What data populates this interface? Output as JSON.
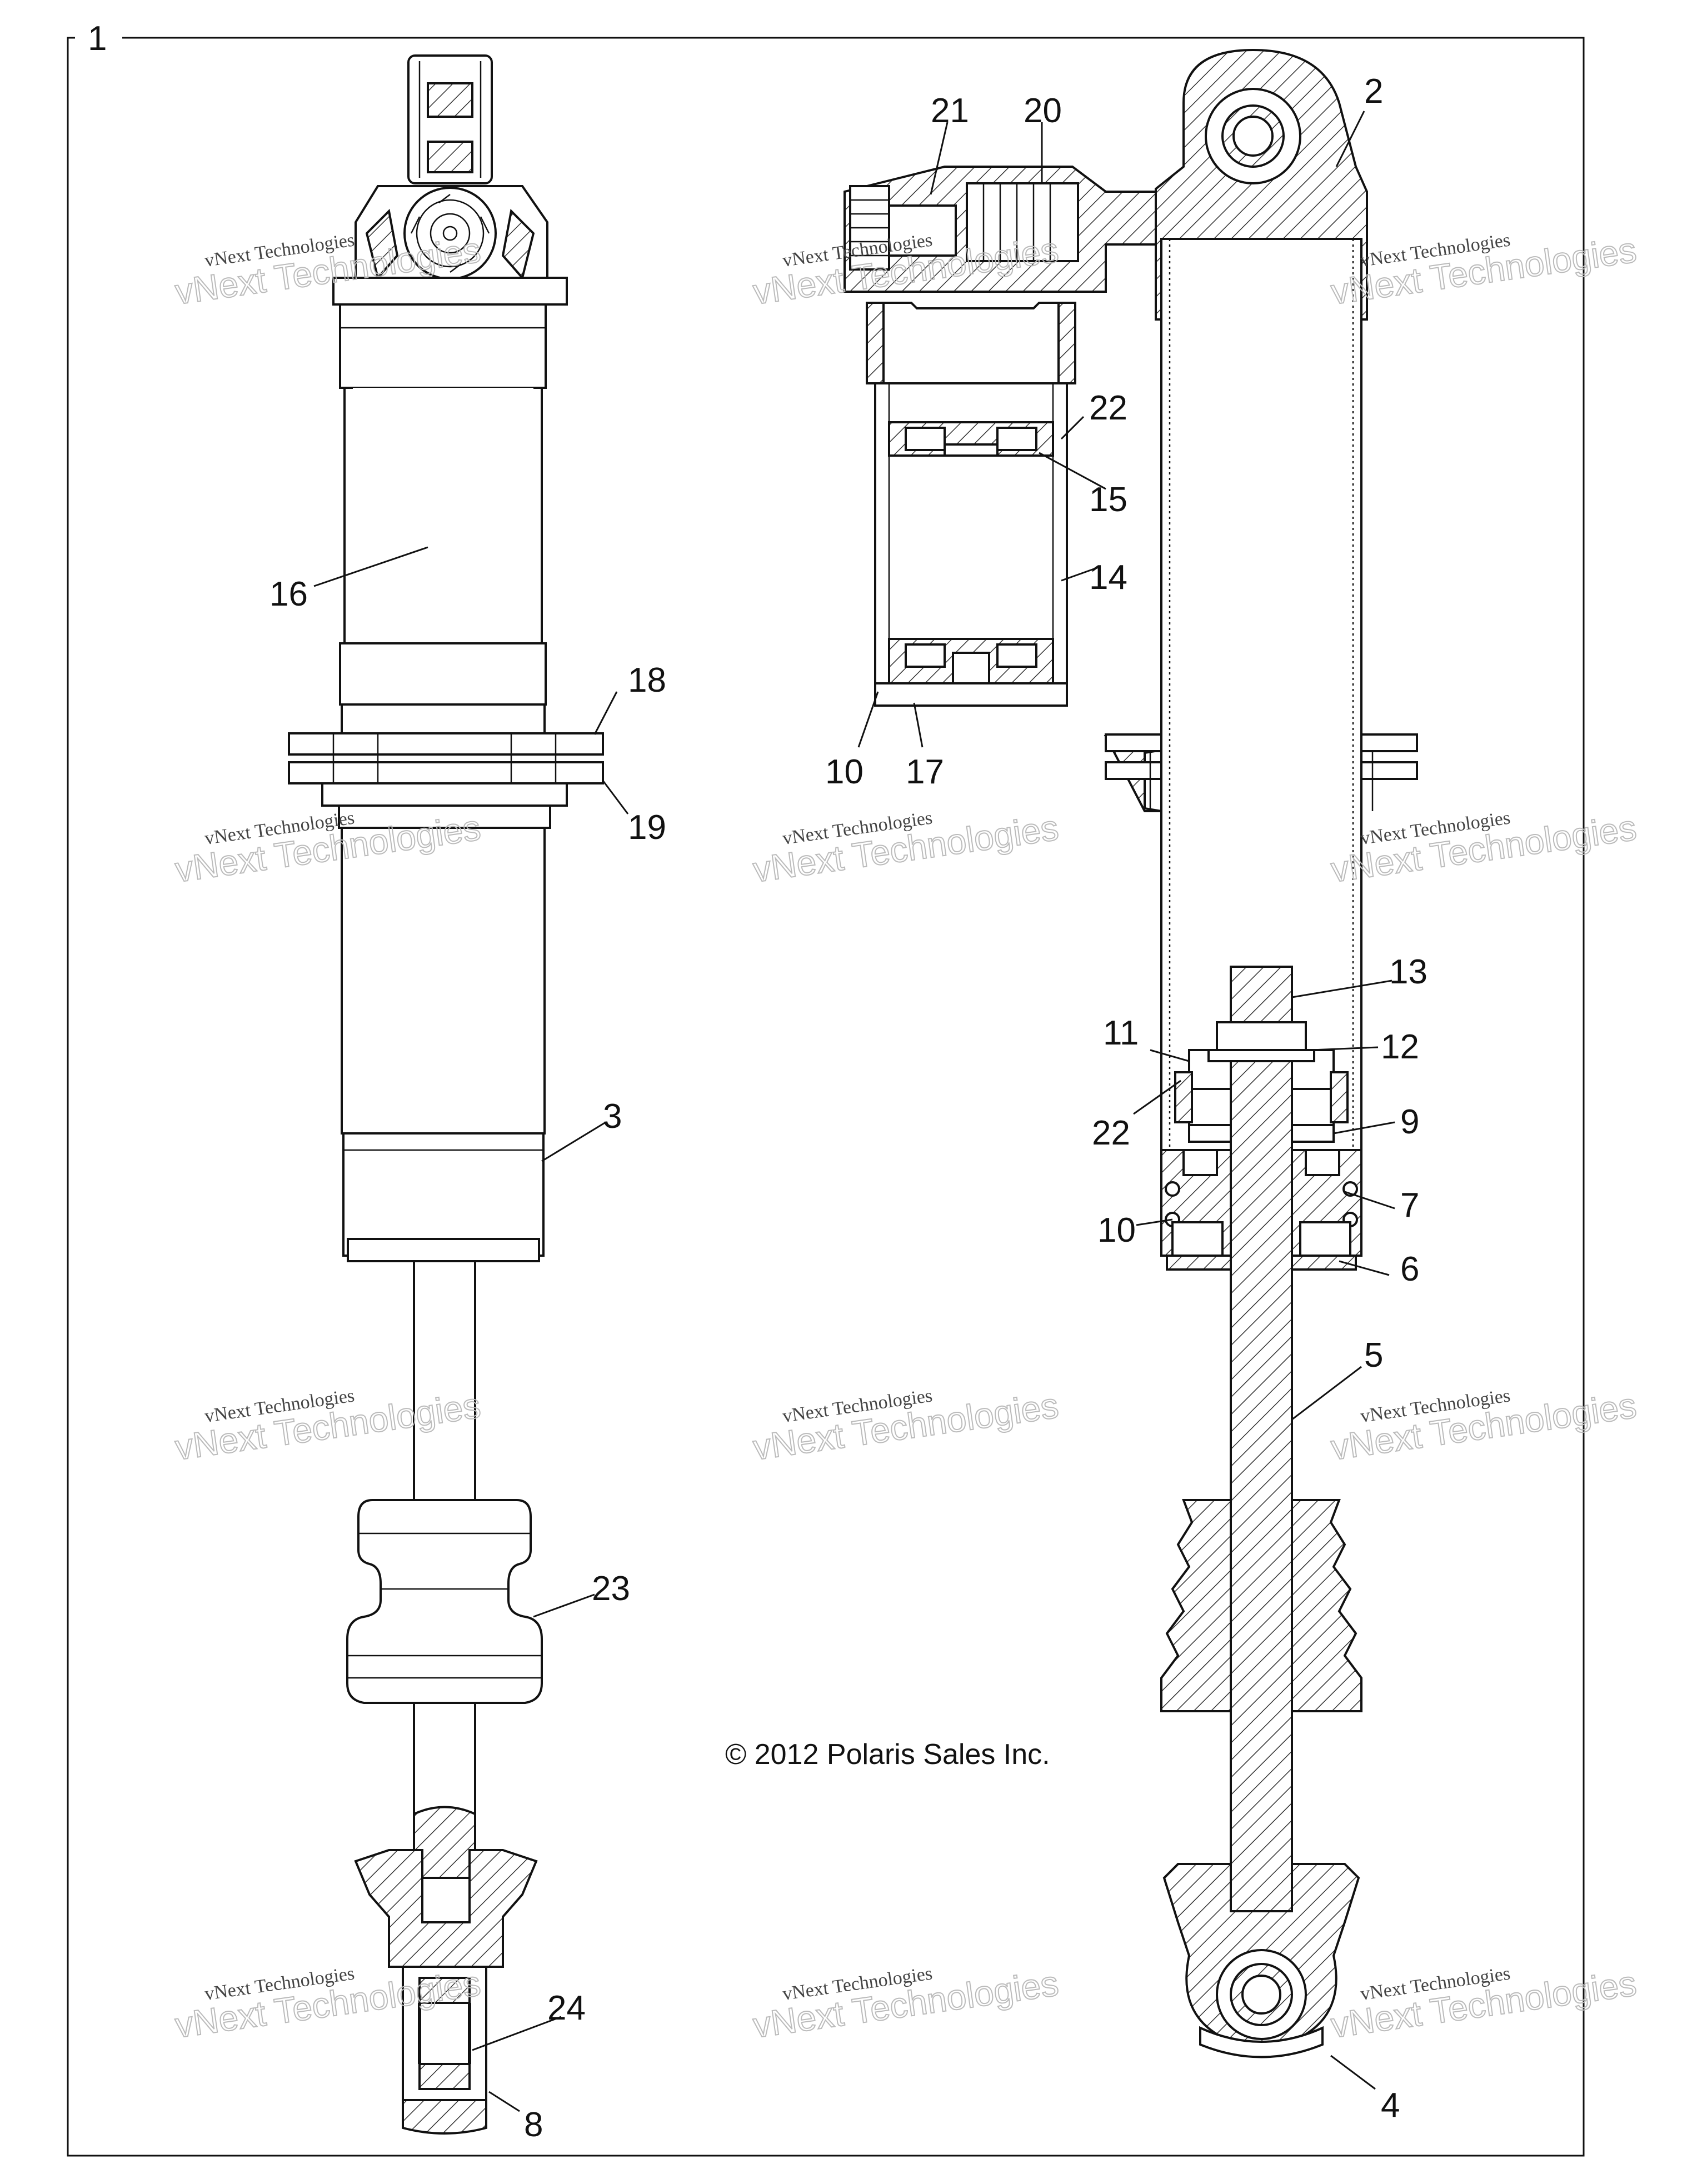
{
  "frame": {
    "label": "1",
    "line_color": "#222222"
  },
  "callouts": [
    {
      "id": "c1",
      "text": "2"
    },
    {
      "id": "c2",
      "text": "21"
    },
    {
      "id": "c3",
      "text": "20"
    },
    {
      "id": "c4",
      "text": "22"
    },
    {
      "id": "c5",
      "text": "15"
    },
    {
      "id": "c6",
      "text": "14"
    },
    {
      "id": "c7",
      "text": "16"
    },
    {
      "id": "c8",
      "text": "18"
    },
    {
      "id": "c9",
      "text": "19"
    },
    {
      "id": "c10",
      "text": "10"
    },
    {
      "id": "c11",
      "text": "17"
    },
    {
      "id": "c12",
      "text": "13"
    },
    {
      "id": "c13",
      "text": "11"
    },
    {
      "id": "c14",
      "text": "12"
    },
    {
      "id": "c15",
      "text": "22"
    },
    {
      "id": "c16",
      "text": "9"
    },
    {
      "id": "c17",
      "text": "3"
    },
    {
      "id": "c18",
      "text": "7"
    },
    {
      "id": "c19",
      "text": "10"
    },
    {
      "id": "c20",
      "text": "6"
    },
    {
      "id": "c21",
      "text": "5"
    },
    {
      "id": "c22",
      "text": "23"
    },
    {
      "id": "c23",
      "text": "24"
    },
    {
      "id": "c24",
      "text": "8"
    },
    {
      "id": "c25",
      "text": "4"
    }
  ],
  "copyright": "© 2012 Polaris Sales Inc.",
  "watermark": {
    "line1": "vNext Technologies",
    "line2": "vNext Technologies"
  }
}
